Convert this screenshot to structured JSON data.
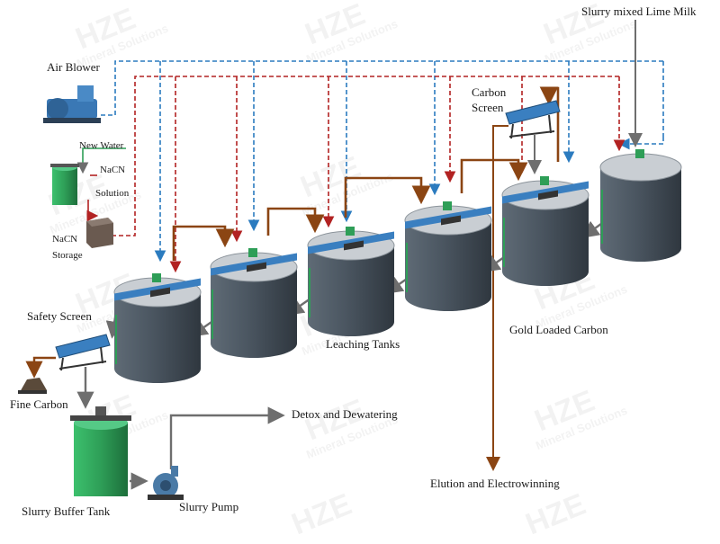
{
  "watermark": {
    "brand": "HZE",
    "tagline": "Mineral Solutions"
  },
  "labels": {
    "air_blower": "Air Blower",
    "new_water": "New Water",
    "nacn": "NaCN",
    "solution": "Solution",
    "nacn_storage_1": "NaCN",
    "nacn_storage_2": "Storage",
    "carbon_screen_1": "Carbon",
    "carbon_screen_2": "Screen",
    "slurry_lime": "Slurry mixed Lime Milk",
    "safety_screen": "Safety Screen",
    "leaching_tanks": "Leaching Tanks",
    "gold_loaded_carbon": "Gold Loaded Carbon",
    "fine_carbon": "Fine Carbon",
    "detox": "Detox and Dewatering",
    "slurry_buffer_tank": "Slurry Buffer Tank",
    "slurry_pump": "Slurry Pump",
    "elution": "Elution and Electrowinning"
  },
  "colors": {
    "air_line": "#2b7bbf",
    "nacn_line": "#b22222",
    "carbon_line": "#8b4513",
    "slurry_line": "#6e6e6e",
    "tank_body": "#4a5560",
    "tank_top": "#c9ced3",
    "tank_beam": "#3a7fc0",
    "green_equipment": "#2e9e57",
    "blower": "#3a78b5"
  }
}
